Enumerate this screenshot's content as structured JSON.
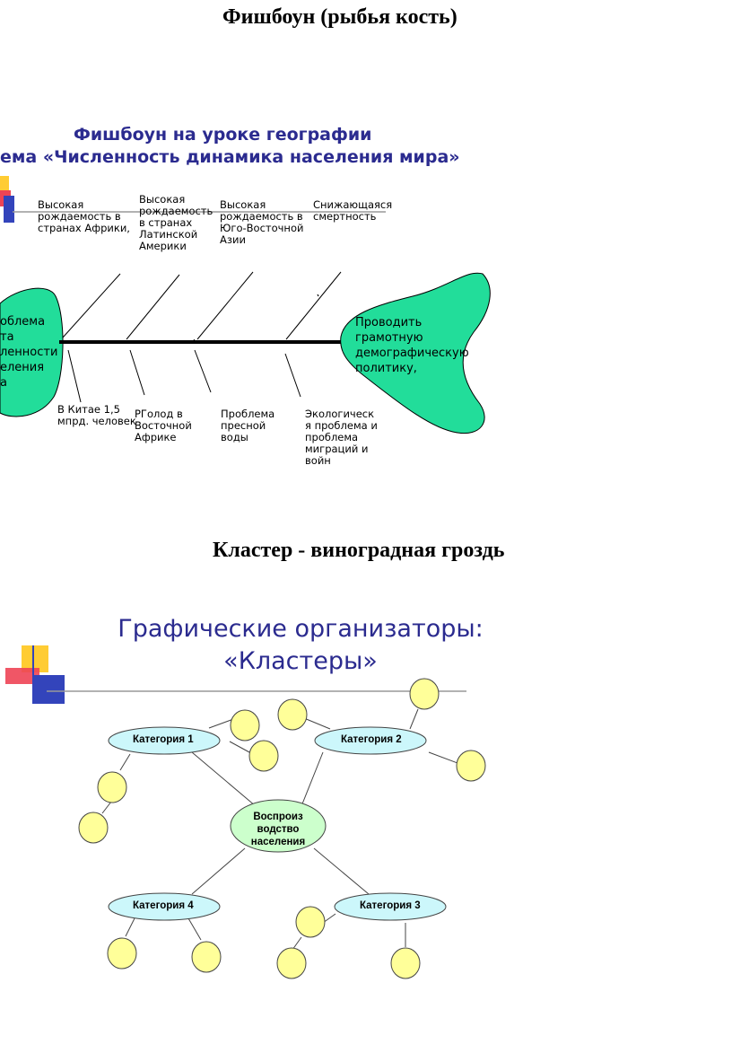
{
  "fishbone": {
    "heading": "Фишбоун (рыбья кость)",
    "slide_title_line1": "Фишбоун на уроке географии",
    "slide_title_line2": "ема «Численность  динамика населения мира»",
    "head_text": [
      "облема",
      "та",
      "ленности",
      "еления",
      "а"
    ],
    "tail_text": [
      "Проводить",
      "грамотную",
      "демографическую",
      "политику,"
    ],
    "top_causes": [
      [
        "Высокая",
        "рождаемость в",
        "странах Африки,"
      ],
      [
        "Высокая",
        "рождаемость",
        "в странах",
        "Латинской",
        "Америки"
      ],
      [
        "Высокая",
        "рождаемость в",
        "Юго-Восточной",
        "Азии"
      ],
      [
        "Снижающаяся",
        "смертность"
      ]
    ],
    "bottom_facts": [
      [
        "В Китае 1,5",
        "мпрд. человек"
      ],
      [
        "РГолод в",
        "Восточной",
        "Африке"
      ],
      [
        "Проблема",
        "пресной",
        "воды"
      ],
      [
        "Экологическ",
        "я проблема и",
        "проблема",
        "миграций и",
        "войн"
      ]
    ],
    "colors": {
      "blob_fill": "#22dd9a",
      "slide_title": "#2b2b8f"
    }
  },
  "cluster": {
    "heading": "Кластер - виноградная гроздь",
    "slide_title_line1": "Графические организаторы:",
    "slide_title_line2": "«Кластеры»",
    "center_label": [
      "Воспроиз",
      "водство",
      "населения"
    ],
    "categories": [
      "Категория 1",
      "Категория 2",
      "Категория 3",
      "Категория 4"
    ],
    "colors": {
      "category_fill": "#ccf7fb",
      "center_fill": "#ccffcc",
      "grape_fill": "#ffff99",
      "slide_title": "#2b2b8f"
    }
  }
}
